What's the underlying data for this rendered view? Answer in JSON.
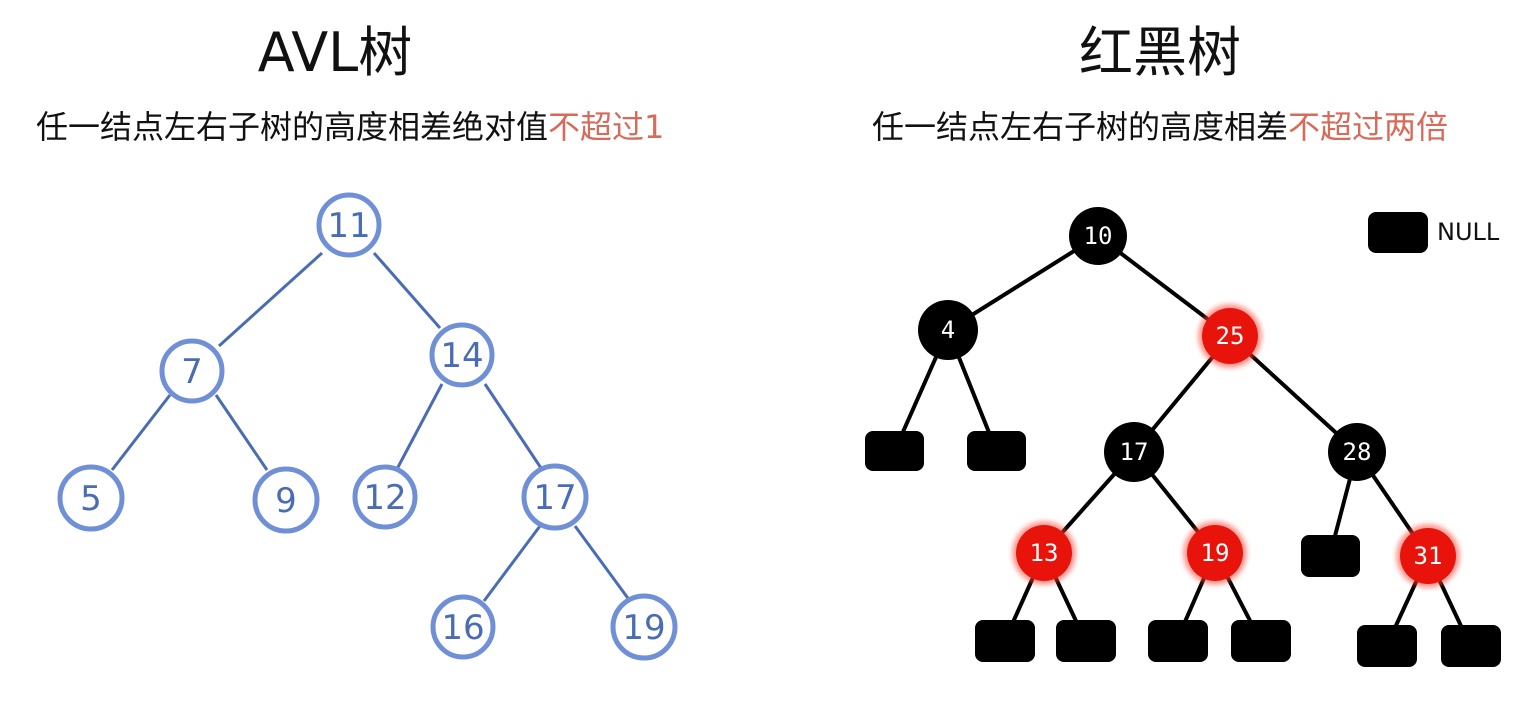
{
  "avl": {
    "title": "AVL树",
    "subtitle_prefix": "任一结点左右子树的高度相差绝对值",
    "subtitle_highlight": "不超过1",
    "nodes": [
      "11",
      "7",
      "14",
      "5",
      "9",
      "12",
      "17",
      "16",
      "19"
    ],
    "edges": [
      [
        "11",
        "7"
      ],
      [
        "11",
        "14"
      ],
      [
        "7",
        "5"
      ],
      [
        "7",
        "9"
      ],
      [
        "14",
        "12"
      ],
      [
        "14",
        "17"
      ],
      [
        "17",
        "16"
      ],
      [
        "17",
        "19"
      ]
    ]
  },
  "rb": {
    "title": "红黑树",
    "subtitle_prefix": "任一结点左右子树的高度相差",
    "subtitle_highlight": "不超过两倍",
    "nodes": [
      {
        "label": "10",
        "color": "black"
      },
      {
        "label": "4",
        "color": "black"
      },
      {
        "label": "25",
        "color": "red"
      },
      {
        "label": "17",
        "color": "black"
      },
      {
        "label": "28",
        "color": "black"
      },
      {
        "label": "13",
        "color": "red"
      },
      {
        "label": "19",
        "color": "red"
      },
      {
        "label": "31",
        "color": "red"
      }
    ],
    "legend_label": "NULL"
  },
  "colors": {
    "avl_stroke": "#6f8fd6",
    "avl_text": "#4a6cb5",
    "rb_black": "#000000",
    "rb_red": "#e8140c",
    "highlight": "#d96a5a"
  }
}
